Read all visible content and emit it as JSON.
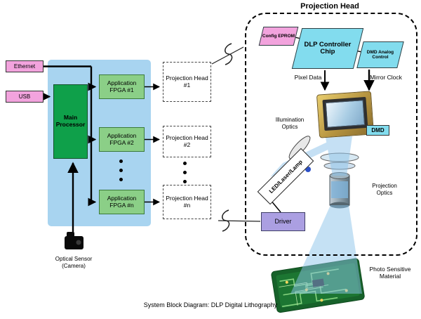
{
  "colors": {
    "pink": "#f2a3dd",
    "panel_blue": "#a8d4f0",
    "green_dark": "#0fa04a",
    "green_light": "#8bcf87",
    "cyan": "#82dcee",
    "lavender": "#ab9fe2",
    "beam_blue": "#8cc3ea",
    "pcb_green": "#17622a"
  },
  "controller": {
    "ethernet": "Ethernet",
    "usb": "USB",
    "main_processor": "Main Processor",
    "fpga1": "Application FPGA #1",
    "fpga2": "Application FPGA #2",
    "fpgan": "Application FPGA #n",
    "optical_sensor": "Optical Sensor (Camera)"
  },
  "heads": {
    "head1": "Projection Head #1",
    "head2": "Projection Head #2",
    "headn": "Projection Head #n"
  },
  "projection_head": {
    "title": "Projection Head",
    "config_eprom": "Config EPROM",
    "dlp_controller_chip": "DLP Controller Chip",
    "dmd_analog_control": "DMD Analog Control",
    "pixel_data": "Pixel Data",
    "mirror_clock": "Mirror Clock",
    "dmd": "DMD",
    "illumination_optics": "Illumination Optics",
    "led_laser_lamp": "LED/Laser/Lamp",
    "projection_optics": "Projection Optics",
    "driver": "Driver",
    "photo_sensitive_material": "Photo Sensitive Material"
  },
  "caption": "System Block Diagram: DLP Digital Lithography",
  "icons": {
    "camera": "camera-icon",
    "vertical_ellipsis": "vertical-ellipsis-icon",
    "lens": "lens-icon",
    "light_beam": "light-beam"
  }
}
